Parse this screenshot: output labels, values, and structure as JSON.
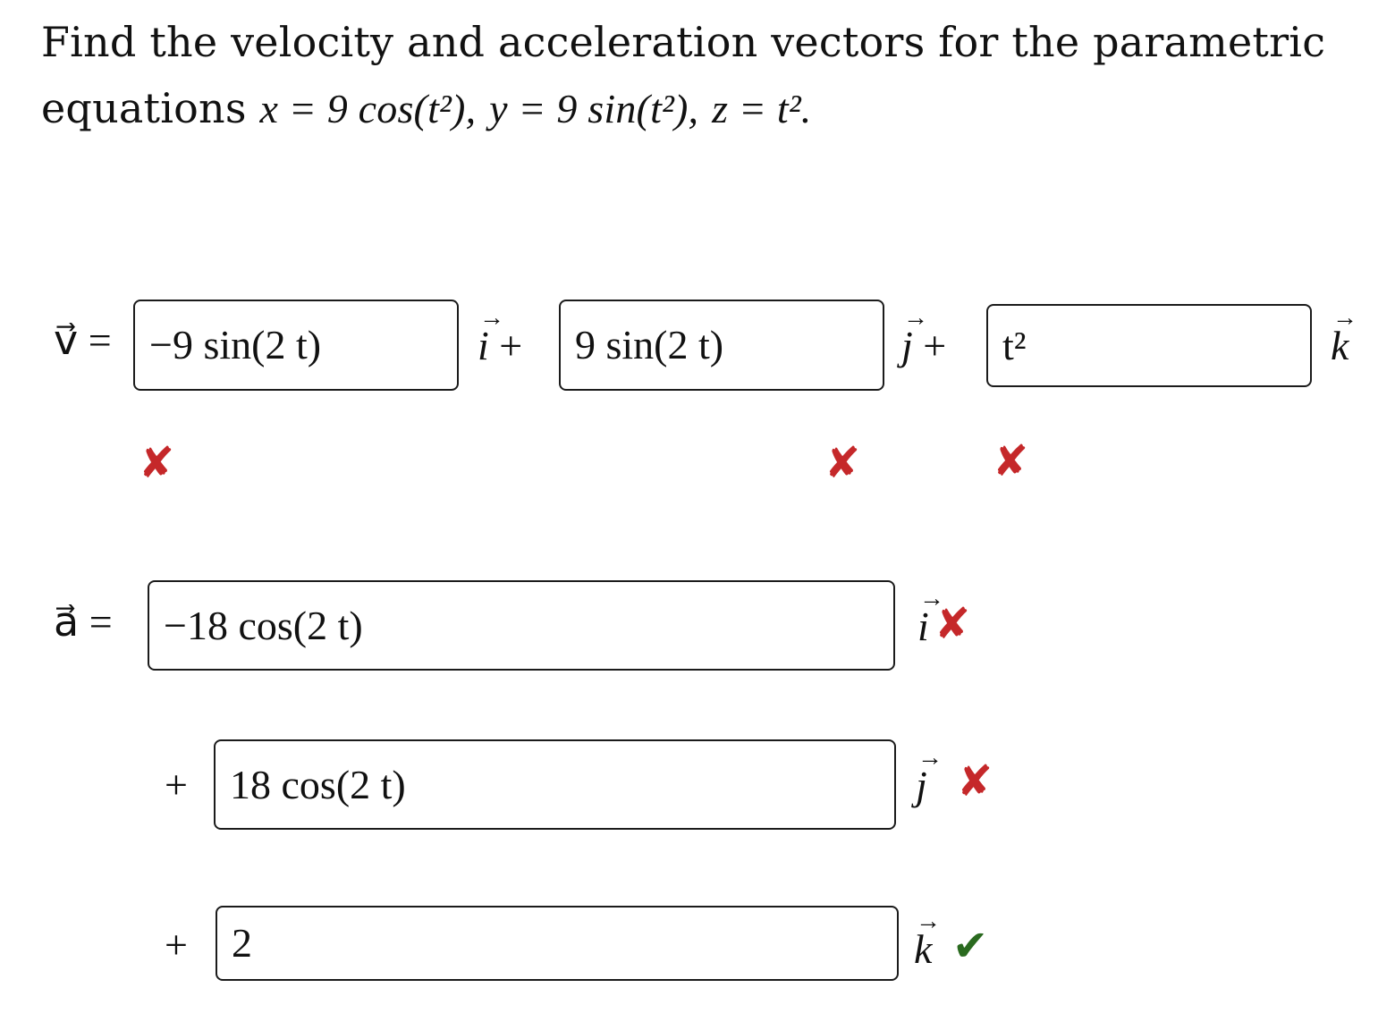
{
  "problem": {
    "line1": "Find the velocity and acceleration vectors for the parametric",
    "line2_prefix": "equations",
    "x_eq": "x = 9 cos(t²),",
    "y_eq": "y = 9 sin(t²),",
    "z_eq": "z = t²."
  },
  "velocity": {
    "label": "v⃗ =",
    "i_value": "−9 sin(2 t)",
    "j_value": "9 sin(2 t)",
    "k_value": "t²",
    "i_status": "incorrect",
    "j_status": "incorrect",
    "k_status": "incorrect"
  },
  "acceleration": {
    "label": "a⃗ =",
    "i_value": "−18 cos(2 t)",
    "j_value": "18 cos(2 t)",
    "k_value": "2",
    "i_status": "incorrect",
    "j_status": "incorrect",
    "k_status": "correct"
  },
  "symbols": {
    "i": "i",
    "j": "j",
    "k": "k",
    "plus": "+"
  },
  "marks": {
    "cross": "✘",
    "check": "✔"
  },
  "colors": {
    "cross": "#c5282a",
    "check": "#2a6a1f",
    "border": "#1b1b1b"
  }
}
